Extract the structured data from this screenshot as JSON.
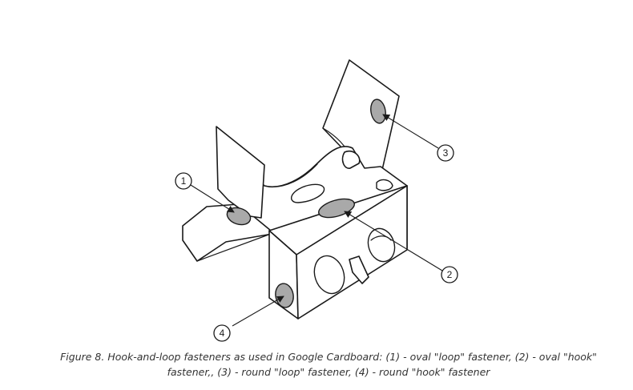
{
  "figure": {
    "callouts": [
      "1",
      "2",
      "3",
      "4"
    ],
    "caption_line1": "Figure 8. Hook-and-loop fasteners as used in Google Cardboard: (1) - oval \"loop\" fastener, (2) - oval \"hook\"",
    "caption_line2": "fastener,, (3) - round \"loop\" fastener, (4) - round \"hook\" fastener",
    "fastener_color": "#a9a9a9",
    "line_color": "#1a1a1a"
  }
}
